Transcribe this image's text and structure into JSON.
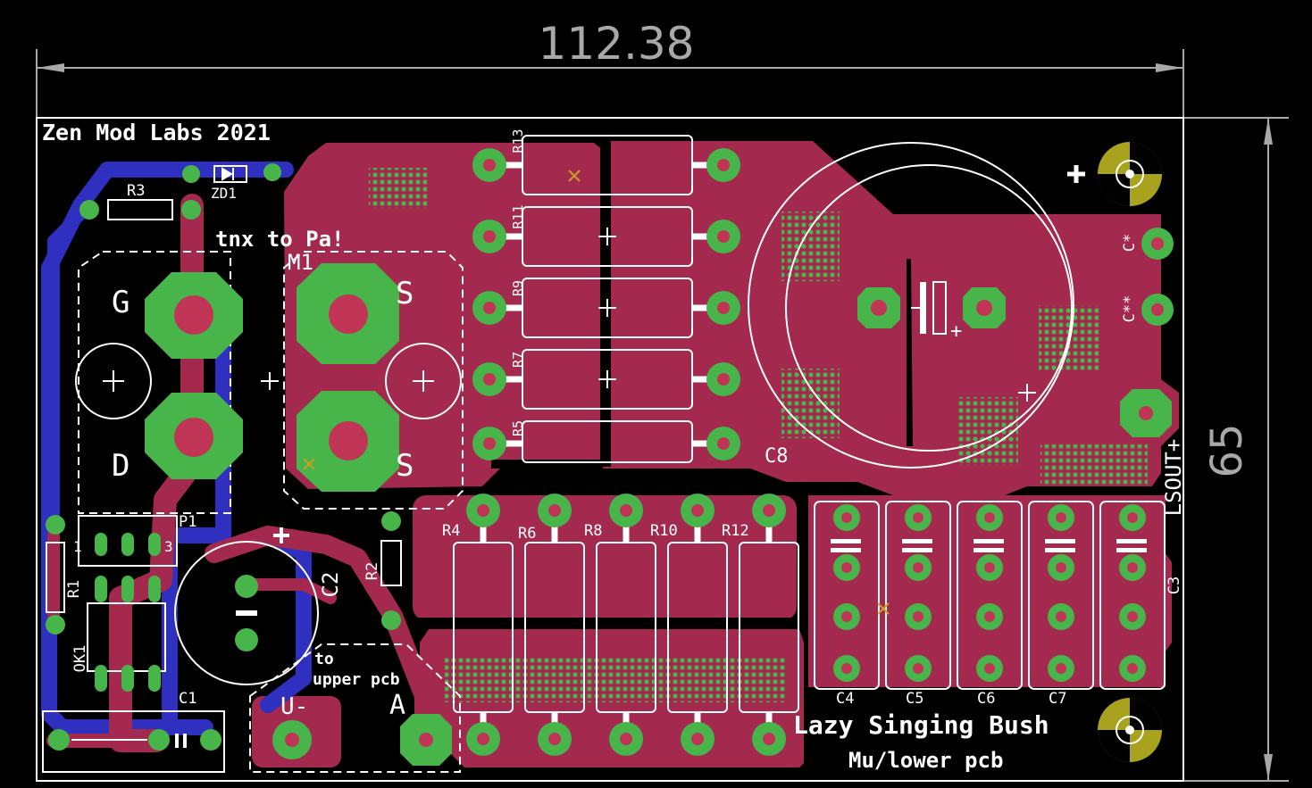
{
  "board": {
    "title": "Zen Mod Labs 2021",
    "thanks": "tnx to Pa!",
    "name_line1": "Lazy Singing Bush",
    "name_line2": "Mu/lower pcb",
    "colors": {
      "background": "#000000",
      "top_copper": "#a3294e",
      "bottom_copper": "#2f2fc0",
      "pads": "#47b54a",
      "silkscreen": "#ffffff",
      "dimension": "#a8a8a8"
    }
  },
  "dimensions": {
    "width_label": "112.38",
    "height_label": "65"
  },
  "mosfet": {
    "ref": "M1",
    "pins": [
      "G",
      "D",
      "S",
      "S"
    ]
  },
  "connectors": {
    "supply": "U-",
    "a": "A",
    "upper_note_1": "to",
    "upper_note_2": "upper pcb",
    "plus_sign": "+",
    "lsout": "LSOUT+"
  },
  "parts": {
    "r_top": [
      "R13",
      "R11",
      "R9",
      "R7",
      "R5"
    ],
    "r_bottom": [
      "R4",
      "R6",
      "R8",
      "R10",
      "R12"
    ],
    "caps_bottom": [
      "C4",
      "C5",
      "C6",
      "C7"
    ],
    "misc": {
      "r3": "R3",
      "zd1": "ZD1",
      "p1": "P1",
      "r1": "R1",
      "r2": "R2",
      "c2": "C2",
      "c1": "C1",
      "ok1": "OK1",
      "c8": "C8",
      "c3": "C3",
      "c_star": "C*",
      "c_star2": "C**",
      "p1_pin1": "1",
      "p1_pin3": "3"
    }
  }
}
